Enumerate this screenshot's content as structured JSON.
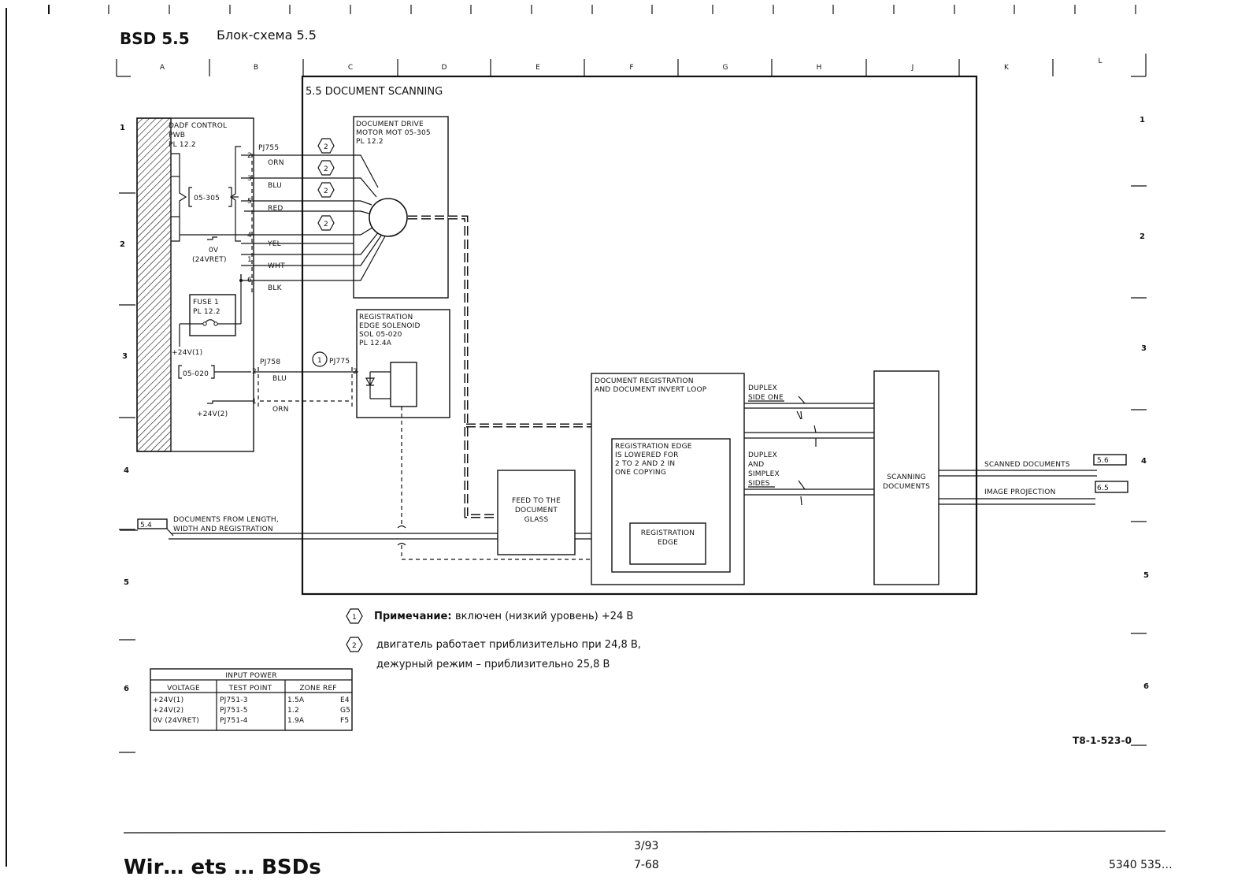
{
  "header": {
    "code": "BSD 5.5",
    "title": "Блок-схема 5.5"
  },
  "grid": {
    "columns": [
      "A",
      "B",
      "C",
      "D",
      "E",
      "F",
      "G",
      "H",
      "J",
      "K",
      "L"
    ],
    "rows": [
      "1",
      "2",
      "3",
      "4",
      "5",
      "6"
    ]
  },
  "section_title": "5.5 DOCUMENT SCANNING",
  "dadf_pwb": {
    "lines": [
      "DADF CONTROL",
      "PWB",
      "PL 12.2"
    ],
    "motor_ref": "05-305",
    "sol_ref": "05-020",
    "zero_volt": "0V",
    "zero_volt_ret": "(24VRET)",
    "fuse": [
      "FUSE 1",
      "PL 12.2"
    ],
    "v1": "+24V(1)",
    "v2": "+24V(2)"
  },
  "connectors": {
    "pj755": "PJ755",
    "pj758": "PJ758",
    "pj775": "PJ775",
    "pins_top": [
      "2",
      "3",
      "5",
      "4",
      "1",
      "6"
    ],
    "pins_bottom": [
      "2",
      "1"
    ]
  },
  "wires": {
    "motor": [
      "ORN",
      "BLU",
      "RED",
      "YEL",
      "WHT",
      "BLK"
    ],
    "solenoid": [
      "BLU",
      "ORN"
    ]
  },
  "motor": {
    "lines": [
      "DOCUMENT DRIVE",
      "MOTOR MOT 05-305",
      "PL 12.2"
    ]
  },
  "solenoid": {
    "lines": [
      "REGISTRATION",
      "EDGE SOLENOID",
      "SOL 05-020",
      "PL 12.4A"
    ]
  },
  "registration_loop": {
    "lines": [
      "DOCUMENT REGISTRATION",
      "AND DOCUMENT INVERT LOOP"
    ]
  },
  "lowered_note": {
    "lines": [
      "REGISTRATION EDGE",
      "IS LOWERED FOR",
      "2 TO 2 AND 2 IN",
      "ONE COPYING"
    ]
  },
  "registration_edge": {
    "lines": [
      "REGISTRATION",
      "EDGE"
    ]
  },
  "feed_glass": {
    "lines": [
      "FEED TO THE",
      "DOCUMENT",
      "GLASS"
    ]
  },
  "scanning": {
    "lines": [
      "SCANNING",
      "DOCUMENTS"
    ]
  },
  "duplex_labels": {
    "side_one": [
      "DUPLEX",
      "SIDE ONE"
    ],
    "simplex": [
      "DUPLEX",
      "AND",
      "SIMPLEX",
      "SIDES"
    ]
  },
  "outputs": {
    "scanned": "SCANNED DOCUMENTS",
    "scanned_ref": "5.6",
    "image": "IMAGE PROJECTION",
    "image_ref": "6.5"
  },
  "input_doc": {
    "ref": "5.4",
    "lines": [
      "DOCUMENTS FROM LENGTH,",
      "WIDTH AND REGISTRATION"
    ]
  },
  "callouts": [
    "2",
    "2",
    "2",
    "2",
    "1"
  ],
  "notes": {
    "n1_marker": "1",
    "n1_bold": "Примечание:",
    "n1_text": "включен (низкий уровень) +24 В",
    "n2_marker": "2",
    "n2_line1": "двигатель работает приблизительно при 24,8 В,",
    "n2_line2": "дежурный режим – приблизительно 25,8 В"
  },
  "input_power": {
    "title": "INPUT POWER",
    "headers": [
      "VOLTAGE",
      "TEST POINT",
      "ZONE REF"
    ],
    "rows": [
      [
        "+24V(1)",
        "PJ751-3",
        "1.5A",
        "E4"
      ],
      [
        "+24V(2)",
        "PJ751-5",
        "1.2",
        "G5"
      ],
      [
        "0V (24VRET)",
        "PJ751-4",
        "1.9A",
        "F5"
      ]
    ]
  },
  "doc_id": "T8-1-523-0",
  "footer": {
    "page": "3/93",
    "sub": "7-68",
    "left": "Wir… ets … BSDs",
    "right": "5340 535…"
  }
}
